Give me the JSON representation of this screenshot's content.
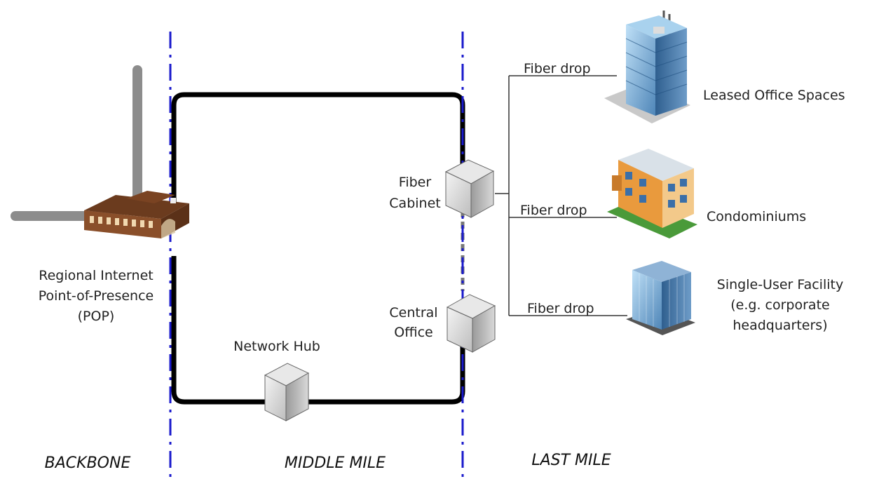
{
  "pop": {
    "label_lines": [
      "Regional Internet",
      "Point-of-Presence",
      "(POP)"
    ],
    "icon": "building-icon"
  },
  "network_hub": {
    "label": "Network Hub",
    "icon": "network-box-icon"
  },
  "fiber_cabinet": {
    "label_lines": [
      "Fiber",
      "Cabinet"
    ],
    "icon": "network-box-icon"
  },
  "central_office": {
    "label_lines": [
      "Central",
      "Office"
    ],
    "icon": "network-box-icon"
  },
  "drops": [
    {
      "label": "Fiber drop",
      "destination": "Leased Office Spaces",
      "icon": "office-tower-icon"
    },
    {
      "label": "Fiber drop",
      "destination": "Condominiums",
      "icon": "condominium-icon"
    },
    {
      "label": "Fiber drop",
      "destination_lines": [
        "Single-User Facility",
        "(e.g. corporate",
        "headquarters)"
      ],
      "icon": "corporate-building-icon"
    }
  ],
  "zones": [
    "BACKBONE",
    "MIDDLE MILE",
    "LAST MILE"
  ],
  "colors": {
    "ring": "#000000",
    "boundary": "#1a1acc",
    "backbone_pipe": "#8c8c8c",
    "drop_line": "#333333"
  }
}
